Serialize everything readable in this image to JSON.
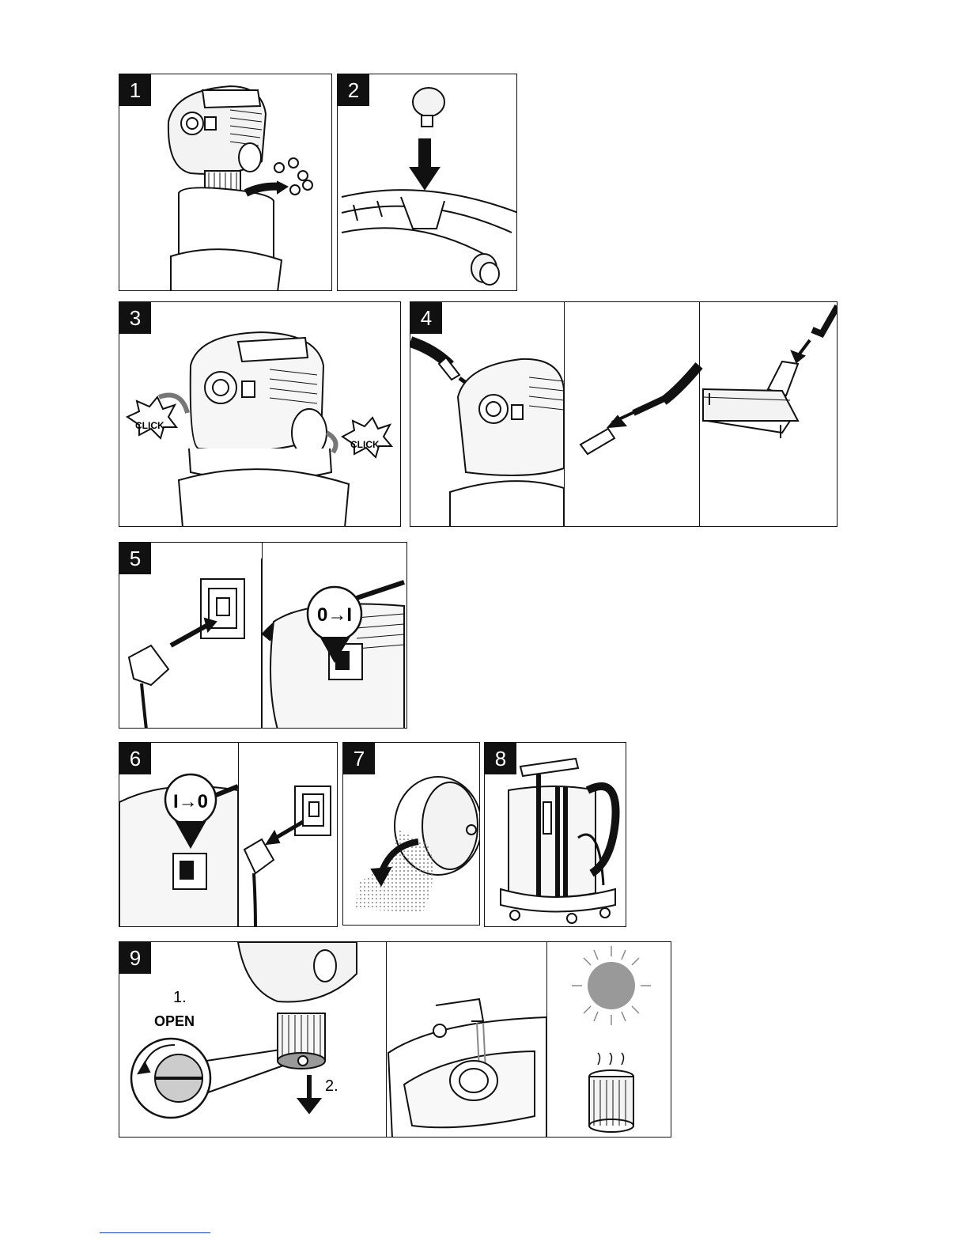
{
  "steps": [
    {
      "number": "1"
    },
    {
      "number": "2"
    },
    {
      "number": "3",
      "labels": [
        "CLICK",
        "CLICK"
      ]
    },
    {
      "number": "4"
    },
    {
      "number": "5",
      "switch_label": "0→I"
    },
    {
      "number": "6",
      "switch_label": "I→0"
    },
    {
      "number": "7"
    },
    {
      "number": "8"
    },
    {
      "number": "9",
      "labels": [
        "1.",
        "OPEN",
        "2."
      ]
    }
  ],
  "colors": {
    "ink": "#111111",
    "panel_bg": "#ffffff",
    "grey_fill": "#999999",
    "footer_link": "#1a3fc6"
  }
}
